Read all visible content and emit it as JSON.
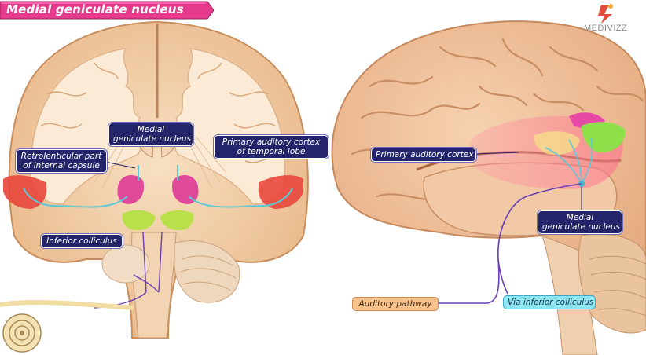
{
  "title": "Medial geniculate nucleus",
  "brand": "MEDIVIZZ",
  "colors": {
    "title_bg": "#e63a8c",
    "label_bg": "#24246b",
    "auditory_cortex": "#e8473c",
    "pathway": "#5ec8d6",
    "tract": "#6a3fb5"
  },
  "labels": {
    "medial_gn_coronal": [
      "Medial",
      "geniculate nucleus"
    ],
    "primary_auditory_cortex_coronal": [
      "Primary auditory cortex",
      "of temporal lobe"
    ],
    "retrolenticular": [
      "Retrolenticular part",
      "of internal capsule"
    ],
    "inferior_colliculus": "Inferior colliculus",
    "primary_auditory_cortex_lateral": "Primary auditory cortex",
    "medial_gn_lateral": [
      "Medial",
      "geniculate nucleus"
    ],
    "auditory_pathway": "Auditory pathway",
    "via_inferior_colliculus": "Via inferior colliculus"
  }
}
